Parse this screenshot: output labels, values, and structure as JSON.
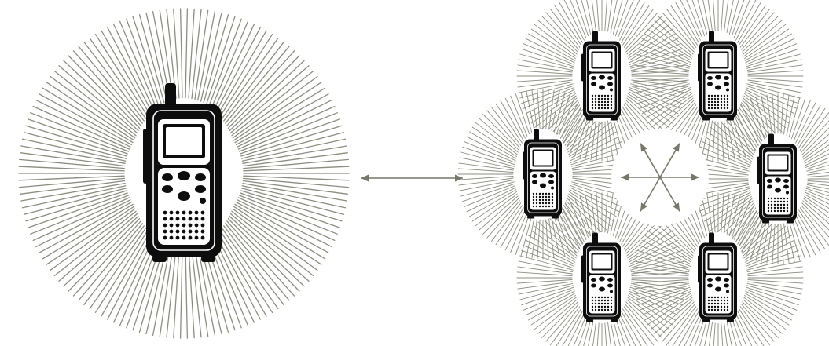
{
  "colors": {
    "background": "#ffffff",
    "ray": "#8c8c80",
    "arrow": "#77776b",
    "device": "#0d0d0d",
    "device_screen": "#ffffff"
  },
  "icons": {
    "device": "walkie-talkie-icon",
    "radiation": "signal-rays",
    "link_arrow": "double-headed-arrow",
    "mesh_arrows": "six-direction-arrows"
  },
  "diagram": {
    "left": {
      "label": "",
      "device": "single radio"
    },
    "right": {
      "label": "",
      "device_count": 6
    },
    "connector": "bidirectional"
  }
}
